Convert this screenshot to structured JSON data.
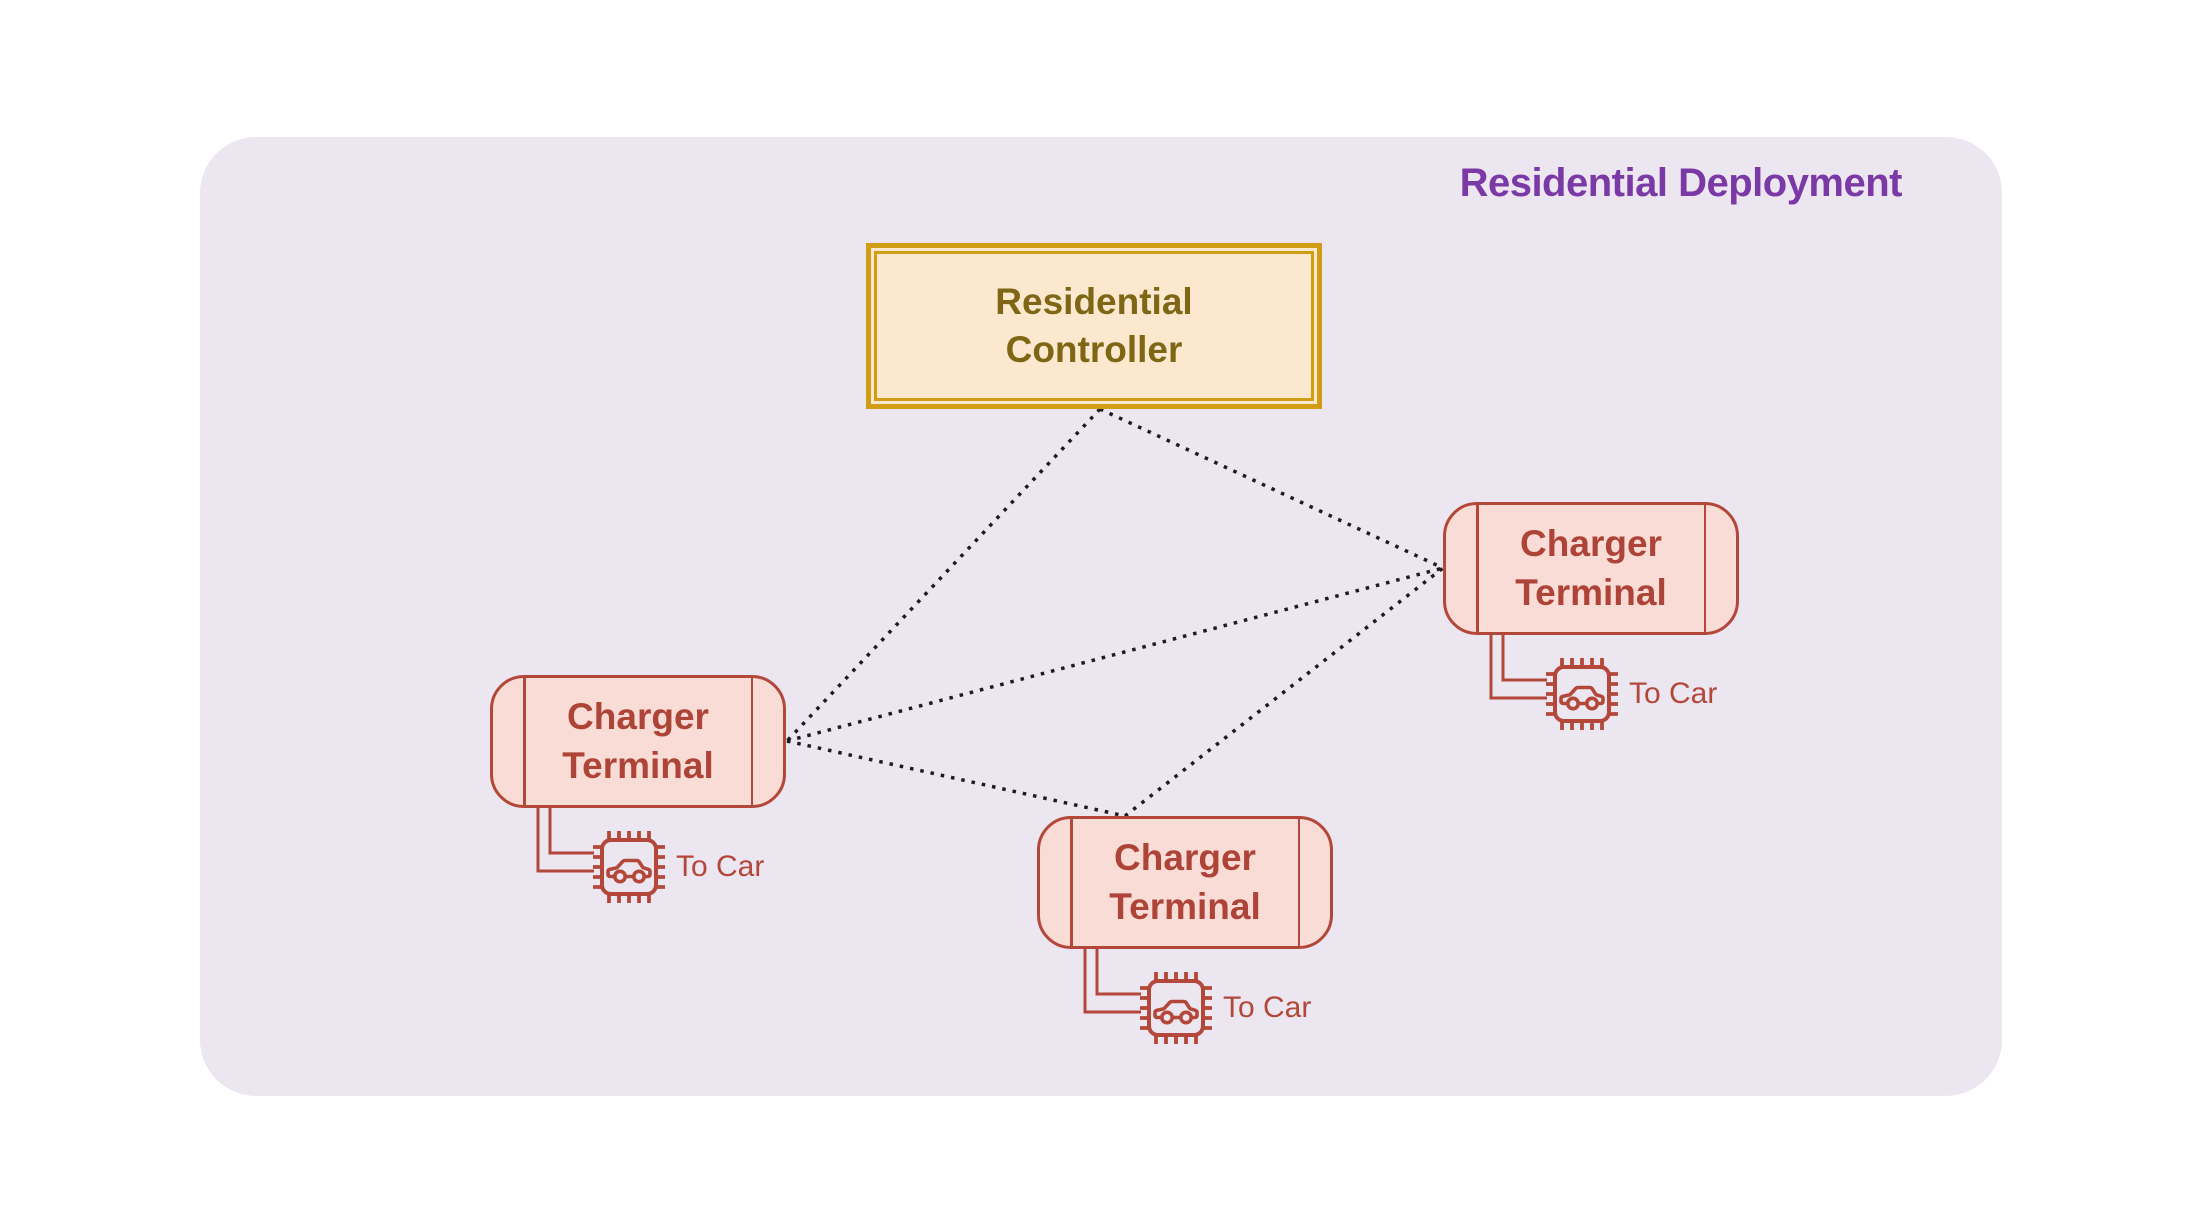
{
  "diagram": {
    "title": "Residential Deployment"
  },
  "controller": {
    "label": "Residential\nController"
  },
  "terminals": [
    {
      "id": "terminal-left",
      "label": "Charger\nTerminal",
      "tag": "To Car"
    },
    {
      "id": "terminal-right",
      "label": "Charger\nTerminal",
      "tag": "To Car"
    },
    {
      "id": "terminal-bottom",
      "label": "Charger\nTerminal",
      "tag": "To Car"
    }
  ],
  "connections": [
    {
      "from": "residential-controller",
      "to": "terminal-left",
      "style": "dotted"
    },
    {
      "from": "residential-controller",
      "to": "terminal-right",
      "style": "dotted"
    },
    {
      "from": "terminal-left",
      "to": "terminal-right",
      "style": "dotted"
    },
    {
      "from": "terminal-left",
      "to": "terminal-bottom",
      "style": "dotted"
    },
    {
      "from": "terminal-bottom",
      "to": "terminal-right",
      "style": "dotted"
    }
  ],
  "icons": [
    {
      "name": "car-chip-icon",
      "meaning": "microchip with car glyph"
    }
  ],
  "colors": {
    "page_bg": "#ffffff",
    "container_bg": "#ece6f0",
    "title_text": "#7b39a6",
    "controller_border": "#d09d15",
    "controller_bg": "#fce8cf",
    "controller_text": "#7e6614",
    "terminal_border": "#b3483a",
    "terminal_bg": "#f9dcd5",
    "terminal_text": "#ae4337",
    "edge_dotted": "#1c1c1c"
  }
}
